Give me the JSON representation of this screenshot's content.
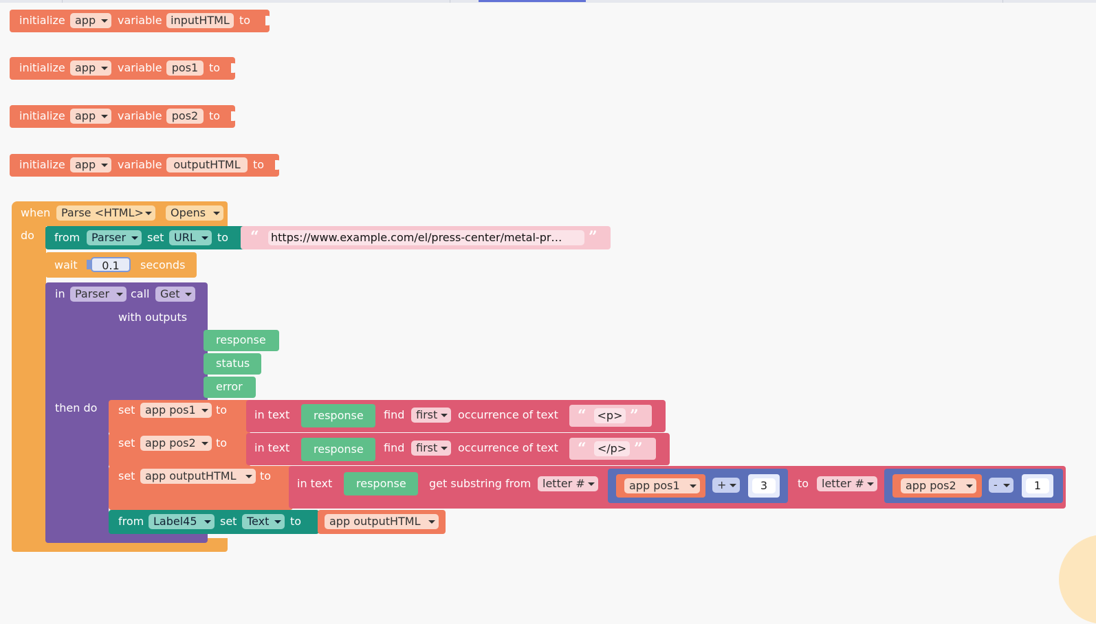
{
  "globals": [
    {
      "kw_initialize": "initialize",
      "scope": "app",
      "kw_variable": "variable",
      "name": "inputHTML",
      "kw_to": "to"
    },
    {
      "kw_initialize": "initialize",
      "scope": "app",
      "kw_variable": "variable",
      "name": "pos1",
      "kw_to": "to"
    },
    {
      "kw_initialize": "initialize",
      "scope": "app",
      "kw_variable": "variable",
      "name": "pos2",
      "kw_to": "to"
    },
    {
      "kw_initialize": "initialize",
      "scope": "app",
      "kw_variable": "variable",
      "name": "outputHTML",
      "kw_to": "to"
    }
  ],
  "event": {
    "kw_when": "when",
    "component": "Parse <HTML>",
    "event_name": "Opens",
    "kw_do": "do",
    "set_url": {
      "kw_from": "from",
      "component": "Parser",
      "kw_set": "set",
      "property": "URL",
      "kw_to": "to",
      "url": "https://www.example.com/el/press-center/metal-pr…"
    },
    "wait": {
      "kw_wait": "wait",
      "value": "0.1",
      "kw_seconds": "seconds"
    },
    "call": {
      "kw_in": "in",
      "component": "Parser",
      "kw_call": "call",
      "method": "Get",
      "kw_with_outputs": "with outputs",
      "outputs": [
        "response",
        "status",
        "error"
      ],
      "kw_then_do": "then do"
    },
    "set_pos1": {
      "kw_set": "set",
      "variable": "app pos1",
      "kw_to": "to",
      "kw_in_text": "in text",
      "text_arg": "response",
      "kw_find": "find",
      "find_mode": "first",
      "kw_occurrence": "occurrence of text",
      "search": "<p>"
    },
    "set_pos2": {
      "kw_set": "set",
      "variable": "app pos2",
      "kw_to": "to",
      "kw_in_text": "in text",
      "text_arg": "response",
      "kw_find": "find",
      "find_mode": "first",
      "kw_occurrence": "occurrence of text",
      "search": "</p>"
    },
    "set_output": {
      "kw_set": "set",
      "variable": "app outputHTML",
      "kw_to": "to",
      "kw_in_text": "in text",
      "text_arg": "response",
      "kw_get_substring": "get substring from",
      "from_mode": "letter #",
      "from_var": "app pos1",
      "from_op": "+",
      "from_num": "3",
      "kw_to_letter": "to",
      "to_mode": "letter #",
      "to_var": "app pos2",
      "to_op": "-",
      "to_num": "1"
    },
    "set_label": {
      "kw_from": "from",
      "component": "Label45",
      "kw_set": "set",
      "property": "Text",
      "kw_to": "to",
      "value": "app outputHTML"
    }
  }
}
